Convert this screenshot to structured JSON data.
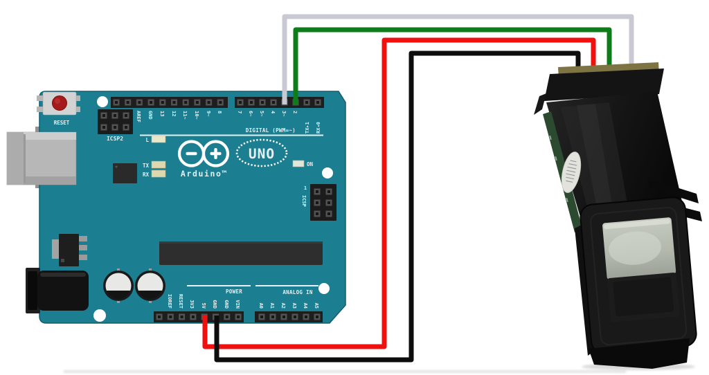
{
  "scene": {
    "background": "#ffffff"
  },
  "arduino": {
    "board_color": "#1b7e91",
    "brand": "Arduino™",
    "model": "UNO",
    "reset_label": "RESET",
    "digital_caption": "DIGITAL (PWM=~)",
    "power_caption": "POWER",
    "analog_caption": "ANALOG IN",
    "icsp2_label": "ICSP2",
    "icsp_label": "ICSP",
    "icsp_pin1_label": "1",
    "led_l_label": "L",
    "led_tx_label": "TX",
    "led_rx_label": "RX",
    "led_on_label": "ON",
    "top_pin_labels": [
      "AREF",
      "GND",
      "13",
      "12",
      "11~",
      "10~",
      "9~",
      "8"
    ],
    "digital_right_pin_labels": [
      "7",
      "6~",
      "5~",
      "4",
      "3~",
      "2"
    ],
    "tx_pin_label": "TX▸1",
    "rx_pin_label": "RX◂0",
    "power_pin_labels": [
      "IOREF",
      "RESET",
      "3V3",
      "5V",
      "GND",
      "GND",
      "VIN"
    ],
    "analog_pin_labels": [
      "A0",
      "A1",
      "A2",
      "A3",
      "A4",
      "A5"
    ]
  },
  "wires": {
    "white": {
      "color": "#c8c9d3",
      "arduino_pin": "3"
    },
    "green": {
      "color": "#0e7c18",
      "arduino_pin": "2"
    },
    "red": {
      "color": "#f01010",
      "arduino_pin": "5V"
    },
    "black": {
      "color": "#0d0d0d",
      "arduino_pin": "GND"
    },
    "sensor_wire_order_left_to_right": [
      "black",
      "red",
      "green",
      "white"
    ]
  },
  "sensor": {
    "body_color": "#141414",
    "pcb_color": "#2c4a30",
    "contact_strip_color": "#7e7342",
    "sticker_color": "#e3e3de",
    "window_glass_color": "#b9beb3",
    "window_lower_color": "#1c1c1c"
  }
}
